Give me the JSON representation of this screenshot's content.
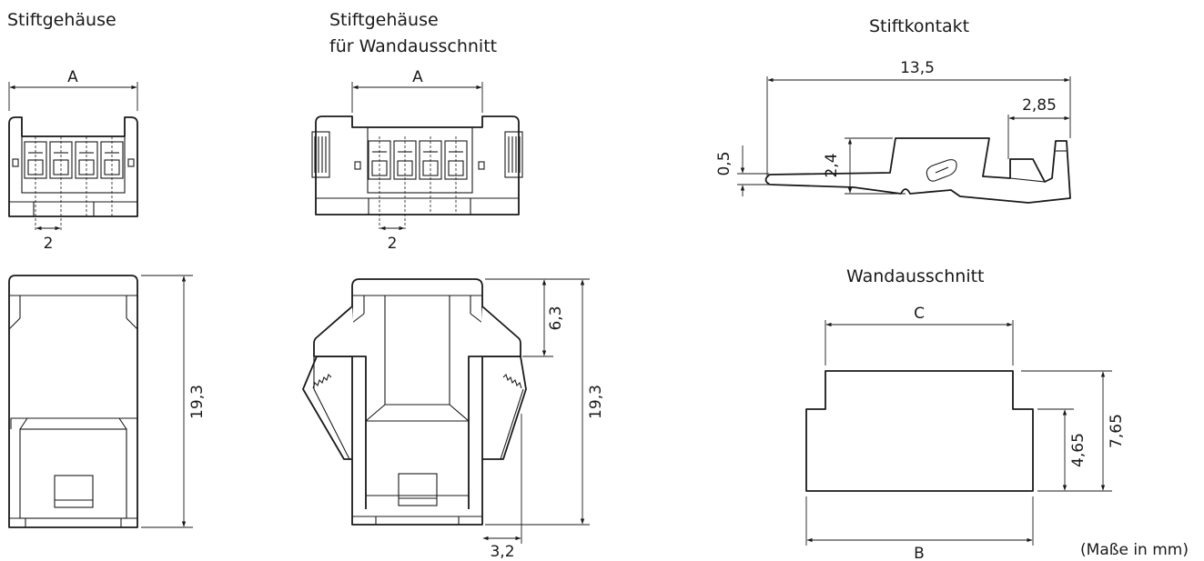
{
  "titles": {
    "stiftgehaeuse": "Stiftgehäuse",
    "stiftgehaeuse_wand_line1": "Stiftgehäuse",
    "stiftgehaeuse_wand_line2": "für Wandausschnitt",
    "stiftkontakt": "Stiftkontakt",
    "wandausschnitt": "Wandausschnitt"
  },
  "dimensions": {
    "housing_width": "A",
    "housing_pitch": "2",
    "housing_length": "19,3",
    "wall_housing_width": "A",
    "wall_housing_pitch": "2",
    "wall_housing_length": "19,3",
    "wall_housing_latch": "6,3",
    "wall_housing_offset": "3,2",
    "contact_length": "13,5",
    "contact_tail": "2,85",
    "contact_pin": "0,5",
    "contact_height": "2,4",
    "cutout_top_width": "C",
    "cutout_bottom_width": "B",
    "cutout_height_total": "7,65",
    "cutout_height_lower": "4,65"
  },
  "units_note": "(Maße in mm)"
}
